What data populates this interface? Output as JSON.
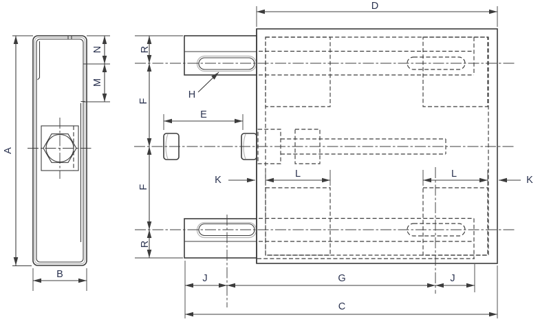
{
  "drawing": {
    "type": "engineering-dimension-drawing",
    "description": "Two-view mechanical drawing of a strut clamp assembly: side view of channel section (left) and front view of clamp plate with slotted tabs and through-bolt (right)",
    "labels": {
      "A": "A",
      "B": "B",
      "C": "C",
      "D": "D",
      "E": "E",
      "F": "F",
      "G": "G",
      "H": "H",
      "J": "J",
      "K": "K",
      "L": "L",
      "M": "M",
      "N": "N",
      "R": "R"
    },
    "views": {
      "side_view": {
        "dimension_labels": [
          "A",
          "B",
          "N",
          "M"
        ]
      },
      "front_view": {
        "dimension_labels": [
          "D",
          "R",
          "F",
          "E",
          "H",
          "K",
          "L",
          "J",
          "G",
          "C"
        ]
      }
    },
    "colors": {
      "line": "#3c3c3c",
      "label": "#2b3350",
      "echo": "#b5b5b5",
      "bg": "#ffffff"
    }
  }
}
